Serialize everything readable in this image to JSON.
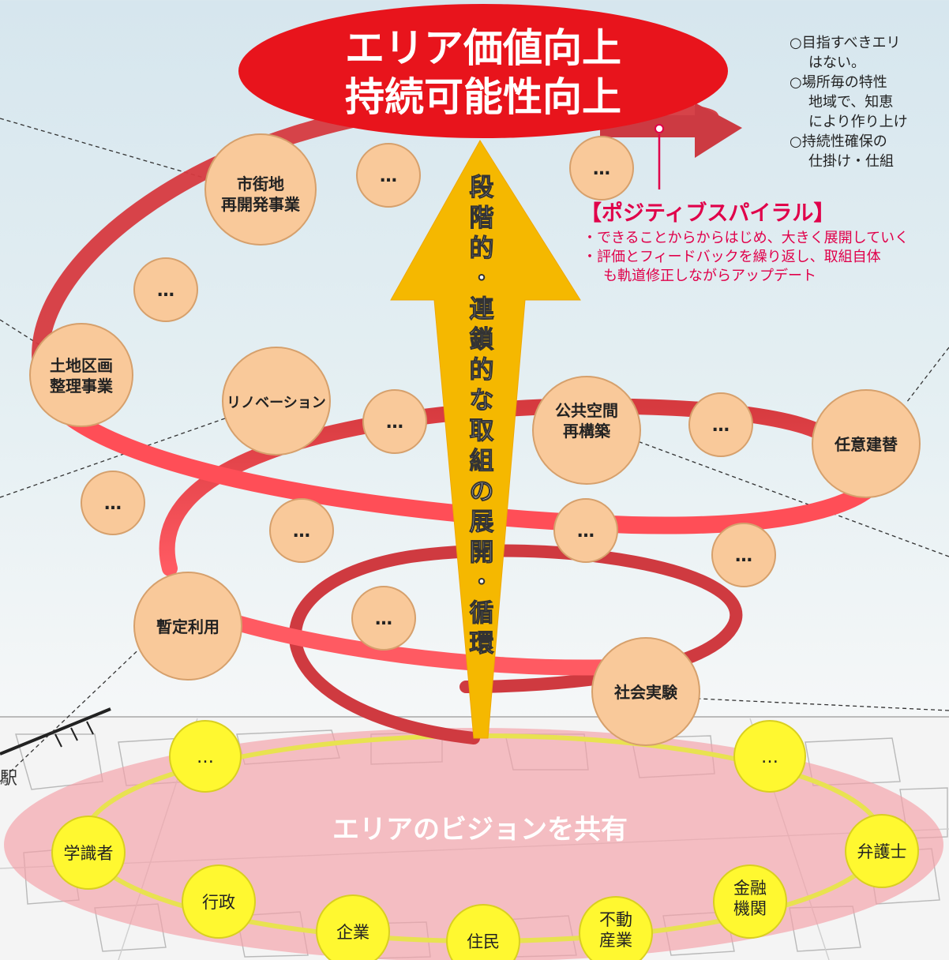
{
  "goal": {
    "line1": "エリア価値向上",
    "line2": "持続可能性向上"
  },
  "arrow_text": [
    "段",
    "階",
    "的",
    "・",
    "連",
    "鎖",
    "的",
    "な",
    "取",
    "組",
    "の",
    "展",
    "開",
    "・",
    "循",
    "環"
  ],
  "spiral_label": {
    "title": "【ポジティブスパイラル】",
    "items": [
      "・できることからからはじめ、大きく展開していく",
      "・評価とフィードバックを繰り返し、取組自体",
      "も軌道修正しながらアップデート"
    ]
  },
  "side_notes": [
    "○目指すべきエリ",
    "はない。",
    "○場所毎の特性",
    "地域で、知恵",
    "により作り上け",
    "○持続性確保の",
    "仕掛け・仕組"
  ],
  "initiatives": {
    "redevelopment": [
      "市街地",
      "再開発事業"
    ],
    "land_readjustment": [
      "土地区画",
      "整理事業"
    ],
    "renovation": "リノベーション",
    "public_space": [
      "公共空間",
      "再構築"
    ],
    "voluntary_rebuild": "任意建替",
    "interim_use": "暫定利用",
    "social_experiment": "社会実験",
    "ellipsis": "…"
  },
  "vision": "エリアのビジョンを共有",
  "stakeholders": {
    "scholar": "学識者",
    "government": "行政",
    "company": "企業",
    "resident": "住民",
    "real_estate": [
      "不動",
      "産業"
    ],
    "finance": [
      "金融",
      "機関"
    ],
    "lawyer": "弁護士",
    "ellipsis": "…"
  },
  "map_label": "駅",
  "colors": {
    "goal_red": "#e8141c",
    "spiral_red": "#d9393f",
    "circle_peach": "#f9c99a",
    "stakeholder_yellow": "#fff830",
    "arrow_gold": "#f5b800",
    "spiral_text_pink": "#e0004a",
    "vision_pink": "#f4a0a8"
  }
}
